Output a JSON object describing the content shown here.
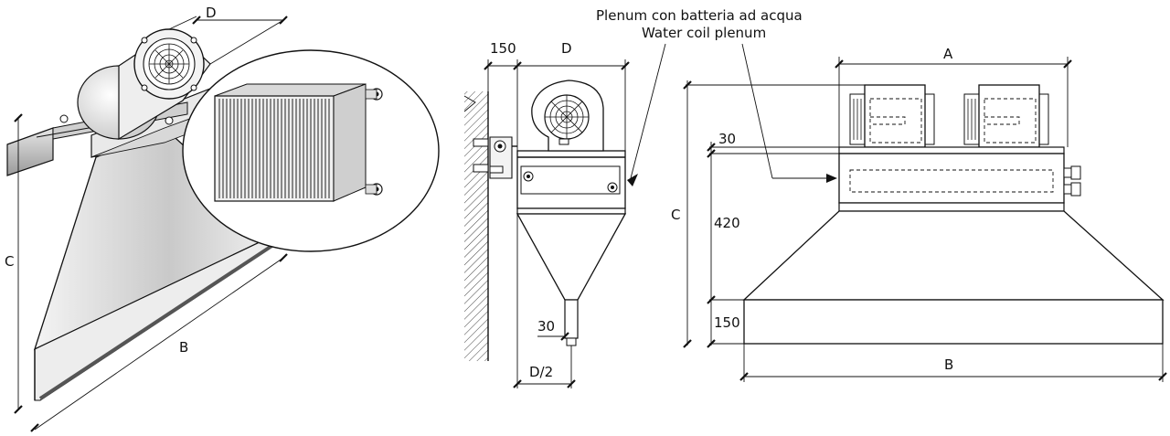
{
  "callout": {
    "line1": "Plenum con batteria ad acqua",
    "line2": "Water coil plenum"
  },
  "iso_view": {
    "label_d": "D",
    "label_c": "C",
    "label_b": "B"
  },
  "side_view": {
    "label_150": "150",
    "label_d": "D",
    "label_30": "30",
    "label_d2": "D/2"
  },
  "front_view": {
    "label_a": "A",
    "label_30": "30",
    "label_c": "C",
    "label_420": "420",
    "label_150": "150",
    "label_b": "B"
  }
}
